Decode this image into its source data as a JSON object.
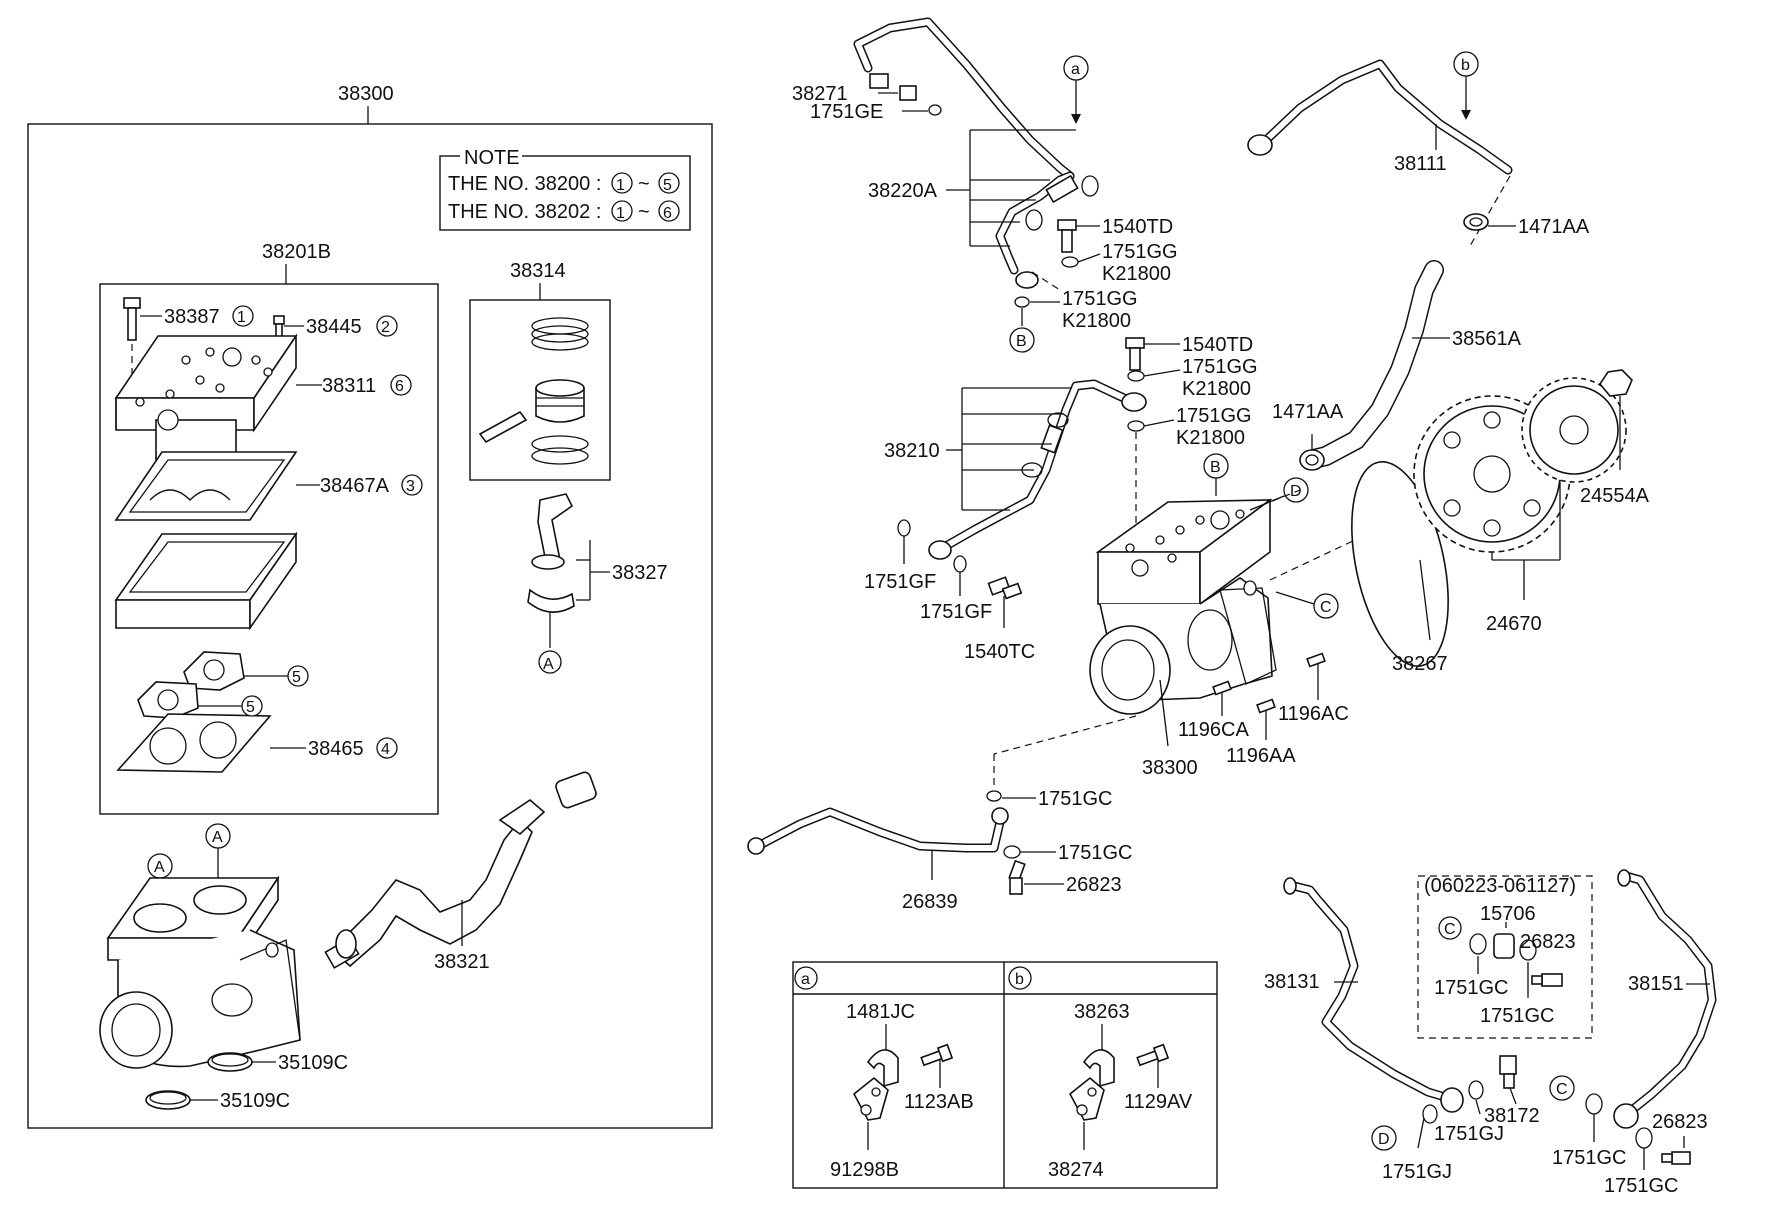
{
  "main_assembly": {
    "label": "38300",
    "note": {
      "title": "NOTE",
      "line1": "THE NO. 38200 :",
      "line2": "THE NO. 38202 :",
      "range1_from": "1",
      "range1_to": "5",
      "range2_from": "1",
      "range2_to": "6",
      "tilde": "~"
    },
    "cylinder_head_kit": "38201B",
    "head_parts": [
      {
        "part": "38387",
        "ref": "1"
      },
      {
        "part": "38445",
        "ref": "2"
      },
      {
        "part": "38311",
        "ref": "6"
      },
      {
        "part": "38467A",
        "ref": "3"
      },
      {
        "part": "38465",
        "ref": "4"
      }
    ],
    "gasket_ref": "5",
    "piston_kit": "38314",
    "conrod": "38327",
    "crankshaft": "38321",
    "plug": "35109C",
    "marker_a": "A"
  },
  "right_parts": {
    "p38271": "38271",
    "p1751GE": "1751GE",
    "p38220A": "38220A",
    "p1540TD": "1540TD",
    "p1751GG": "1751GG",
    "pK21800": "K21800",
    "p38111": "38111",
    "p1471AA": "1471AA",
    "p38561A": "38561A",
    "p38210": "38210",
    "p1751GF": "1751GF",
    "p1540TC": "1540TC",
    "p24554A": "24554A",
    "p24670": "24670",
    "p38267": "38267",
    "p1196AC": "1196AC",
    "p1196CA": "1196CA",
    "p1196AA": "1196AA",
    "p38300": "38300",
    "p1751GC": "1751GC",
    "p26839": "26839",
    "p26823": "26823",
    "p38131": "38131",
    "p38151": "38151",
    "p38172": "38172",
    "p1751GJ": "1751GJ",
    "p15706": "15706",
    "date_range": "(060223-061127)"
  },
  "markers": {
    "a": "a",
    "b": "b",
    "B": "B",
    "C": "C",
    "D": "D"
  },
  "legend_a": {
    "letter": "a",
    "clamp": "1481JC",
    "bolt": "1123AB",
    "bracket": "91298B"
  },
  "legend_b": {
    "letter": "b",
    "clamp": "38263",
    "bolt": "1129AV",
    "bracket": "38274"
  }
}
